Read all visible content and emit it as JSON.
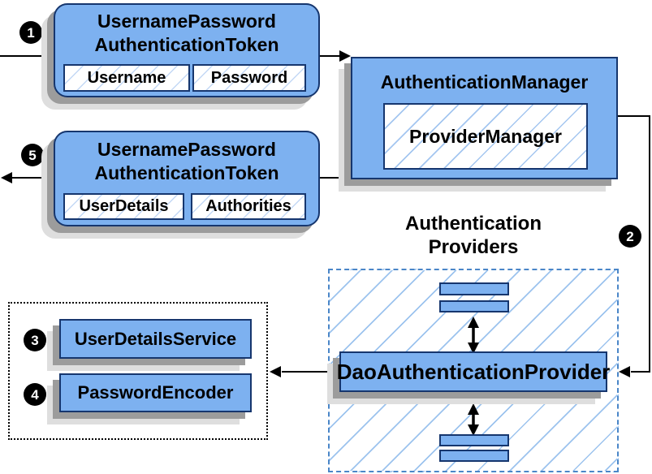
{
  "steps": {
    "s1": "1",
    "s2": "2",
    "s3": "3",
    "s4": "4",
    "s5": "5"
  },
  "token_request": {
    "title_line1": "UsernamePassword",
    "title_line2": "AuthenticationToken",
    "fields": [
      "Username",
      "Password"
    ]
  },
  "token_response": {
    "title_line1": "UsernamePassword",
    "title_line2": "AuthenticationToken",
    "fields": [
      "UserDetails",
      "Authorities"
    ]
  },
  "authentication_manager": {
    "title": "AuthenticationManager",
    "inner": "ProviderManager"
  },
  "providers_group": {
    "title_line1": "Authentication",
    "title_line2": "Providers",
    "main_provider": "DaoAuthenticationProvider"
  },
  "services_group": {
    "items": [
      "UserDetailsService",
      "PasswordEncoder"
    ]
  },
  "colors": {
    "box_fill": "#7db1f0",
    "box_border": "#16366e",
    "hatch_line": "#a4c6f0",
    "dashed_border": "#4a86c8",
    "shadow_dark": "#9c9c9c",
    "shadow_light": "#dedede",
    "arrow": "#000000"
  }
}
